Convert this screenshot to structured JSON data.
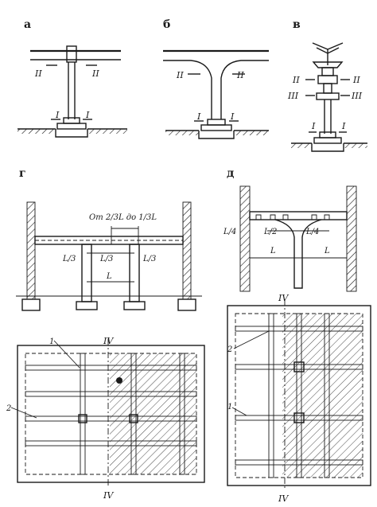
{
  "panels": {
    "a": "а",
    "b": "б",
    "v": "в",
    "g": "г",
    "d": "д"
  },
  "sections": {
    "one": "I",
    "two": "II",
    "three": "III",
    "four": "IV"
  },
  "dims": {
    "span_range": "От 2/3L до 1/3L",
    "third": "L/3",
    "half": "L/2",
    "quarter": "L/4",
    "span": "L"
  },
  "callouts": {
    "one": "1",
    "two": "2"
  },
  "colors": {
    "ink": "#1a1a1a",
    "paper": "#ffffff"
  }
}
